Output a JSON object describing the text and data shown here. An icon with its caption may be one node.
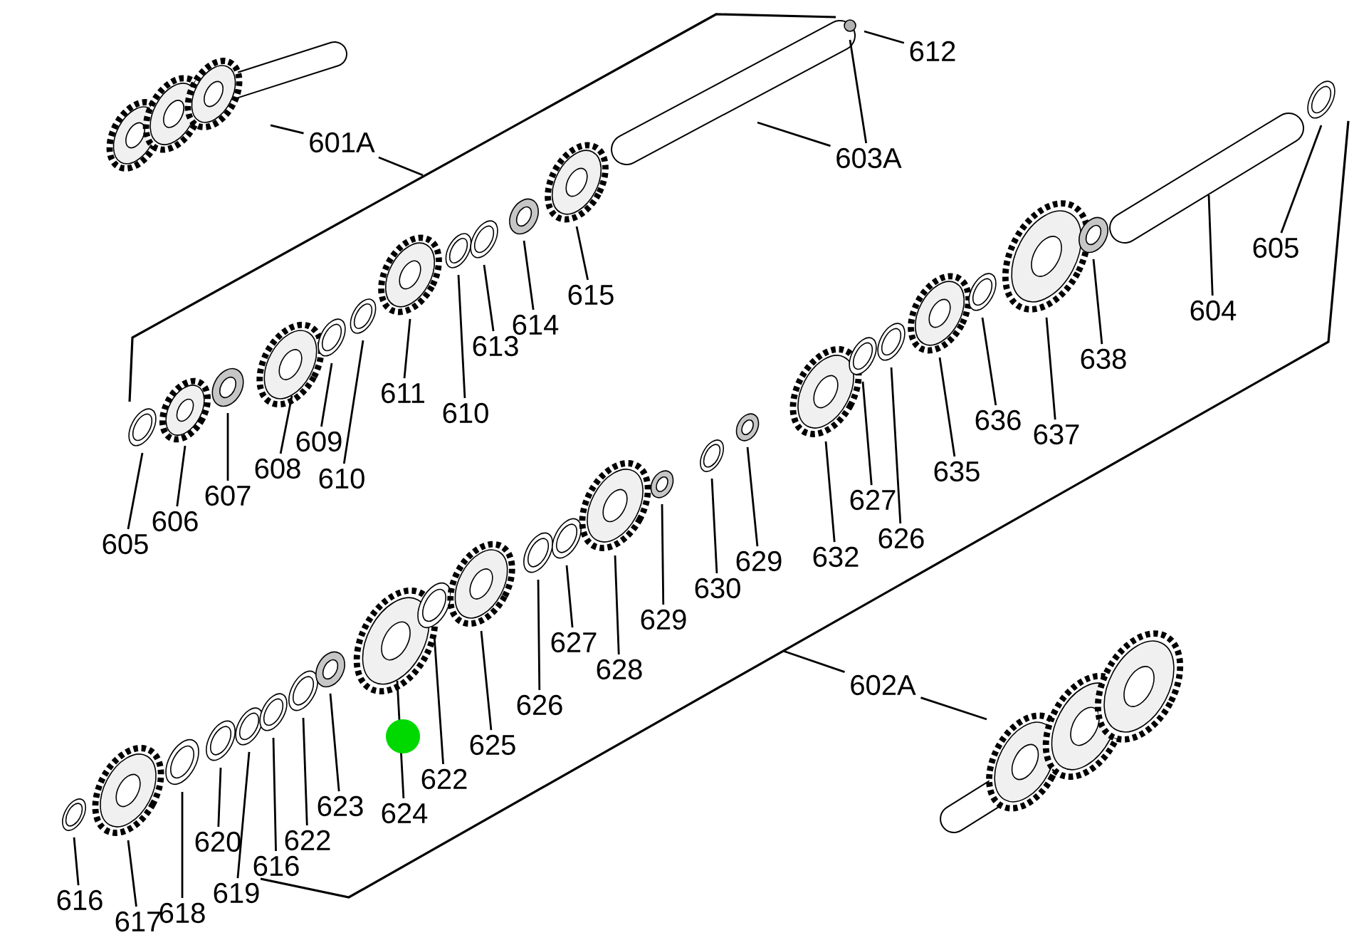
{
  "diagram": {
    "nodes": [
      {
        "text": [
          "601A"
        ]
      },
      {
        "text": [
          "612"
        ]
      },
      {
        "text": [
          "603A"
        ]
      },
      {
        "text": [
          "605"
        ]
      },
      {
        "text": [
          "604"
        ]
      },
      {
        "text": [
          "615"
        ]
      },
      {
        "text": [
          "614"
        ]
      },
      {
        "text": [
          "613"
        ]
      },
      {
        "text": [
          "611"
        ]
      },
      {
        "text": [
          "610"
        ]
      },
      {
        "text": [
          "638"
        ]
      },
      {
        "text": [
          "637"
        ]
      },
      {
        "text": [
          "636"
        ]
      },
      {
        "text": [
          "635"
        ]
      },
      {
        "text": [
          "609"
        ]
      },
      {
        "text": [
          "610"
        ]
      },
      {
        "text": [
          "608"
        ]
      },
      {
        "text": [
          "607"
        ]
      },
      {
        "text": [
          "606"
        ]
      },
      {
        "text": [
          "605"
        ]
      },
      {
        "text": [
          "627"
        ]
      },
      {
        "text": [
          "626"
        ]
      },
      {
        "text": [
          "632"
        ]
      },
      {
        "text": [
          "629"
        ]
      },
      {
        "text": [
          "630"
        ]
      },
      {
        "text": [
          "629"
        ]
      },
      {
        "text": [
          "628"
        ]
      },
      {
        "text": [
          "627"
        ]
      },
      {
        "text": [
          "626"
        ]
      },
      {
        "text": [
          "625"
        ]
      },
      {
        "text": [
          "622"
        ]
      },
      {
        "text": [
          "624"
        ]
      },
      {
        "text": [
          "623"
        ]
      },
      {
        "text": [
          "602A"
        ]
      },
      {
        "text": [
          "622"
        ]
      },
      {
        "text": [
          "616"
        ]
      },
      {
        "text": [
          "620"
        ]
      },
      {
        "text": [
          "619"
        ]
      },
      {
        "text": [
          "616"
        ]
      },
      {
        "text": [
          "618"
        ]
      },
      {
        "text": [
          "617"
        ]
      }
    ],
    "edges": [
      {
        "from": 0,
        "to": null,
        "arrow": "none"
      },
      {
        "from": 0,
        "to": null,
        "arrow": "none"
      },
      {
        "from": 1,
        "to": null,
        "arrow": "none"
      },
      {
        "from": 2,
        "to": null,
        "arrow": "none"
      },
      {
        "from": 2,
        "to": null,
        "arrow": "none"
      },
      {
        "from": 3,
        "to": null,
        "arrow": "none"
      },
      {
        "from": 4,
        "to": null,
        "arrow": "none"
      },
      {
        "from": 5,
        "to": null,
        "arrow": "none"
      },
      {
        "from": 6,
        "to": null,
        "arrow": "none"
      },
      {
        "from": 7,
        "to": null,
        "arrow": "none"
      },
      {
        "from": 8,
        "to": null,
        "arrow": "none"
      },
      {
        "from": 9,
        "to": null,
        "arrow": "none"
      },
      {
        "from": 10,
        "to": null,
        "arrow": "none"
      },
      {
        "from": 11,
        "to": null,
        "arrow": "none"
      },
      {
        "from": 12,
        "to": null,
        "arrow": "none"
      },
      {
        "from": 13,
        "to": null,
        "arrow": "none"
      },
      {
        "from": 14,
        "to": null,
        "arrow": "none"
      },
      {
        "from": 15,
        "to": null,
        "arrow": "none"
      },
      {
        "from": 16,
        "to": null,
        "arrow": "none"
      },
      {
        "from": 17,
        "to": null,
        "arrow": "none"
      },
      {
        "from": 18,
        "to": null,
        "arrow": "none"
      },
      {
        "from": 19,
        "to": null,
        "arrow": "none"
      },
      {
        "from": 20,
        "to": null,
        "arrow": "none"
      },
      {
        "from": 21,
        "to": null,
        "arrow": "none"
      },
      {
        "from": 22,
        "to": null,
        "arrow": "none"
      },
      {
        "from": 23,
        "to": null,
        "arrow": "none"
      },
      {
        "from": 24,
        "to": null,
        "arrow": "none"
      },
      {
        "from": 25,
        "to": null,
        "arrow": "none"
      },
      {
        "from": 26,
        "to": null,
        "arrow": "none"
      },
      {
        "from": 27,
        "to": null,
        "arrow": "none"
      },
      {
        "from": 28,
        "to": null,
        "arrow": "none"
      },
      {
        "from": 29,
        "to": null,
        "arrow": "none"
      },
      {
        "from": 30,
        "to": null,
        "arrow": "none"
      },
      {
        "from": 31,
        "to": null,
        "arrow": "none"
      },
      {
        "from": 32,
        "to": null,
        "arrow": "none"
      },
      {
        "from": 33,
        "to": null,
        "arrow": "none"
      },
      {
        "from": 33,
        "to": null,
        "arrow": "none"
      },
      {
        "from": 34,
        "to": null,
        "arrow": "none"
      },
      {
        "from": 35,
        "to": null,
        "arrow": "none"
      },
      {
        "from": 36,
        "to": null,
        "arrow": "none"
      },
      {
        "from": 37,
        "to": null,
        "arrow": "none"
      },
      {
        "from": 38,
        "to": null,
        "arrow": "none"
      },
      {
        "from": 39,
        "to": null,
        "arrow": "none"
      },
      {
        "from": 40,
        "to": null,
        "arrow": "none"
      }
    ]
  }
}
